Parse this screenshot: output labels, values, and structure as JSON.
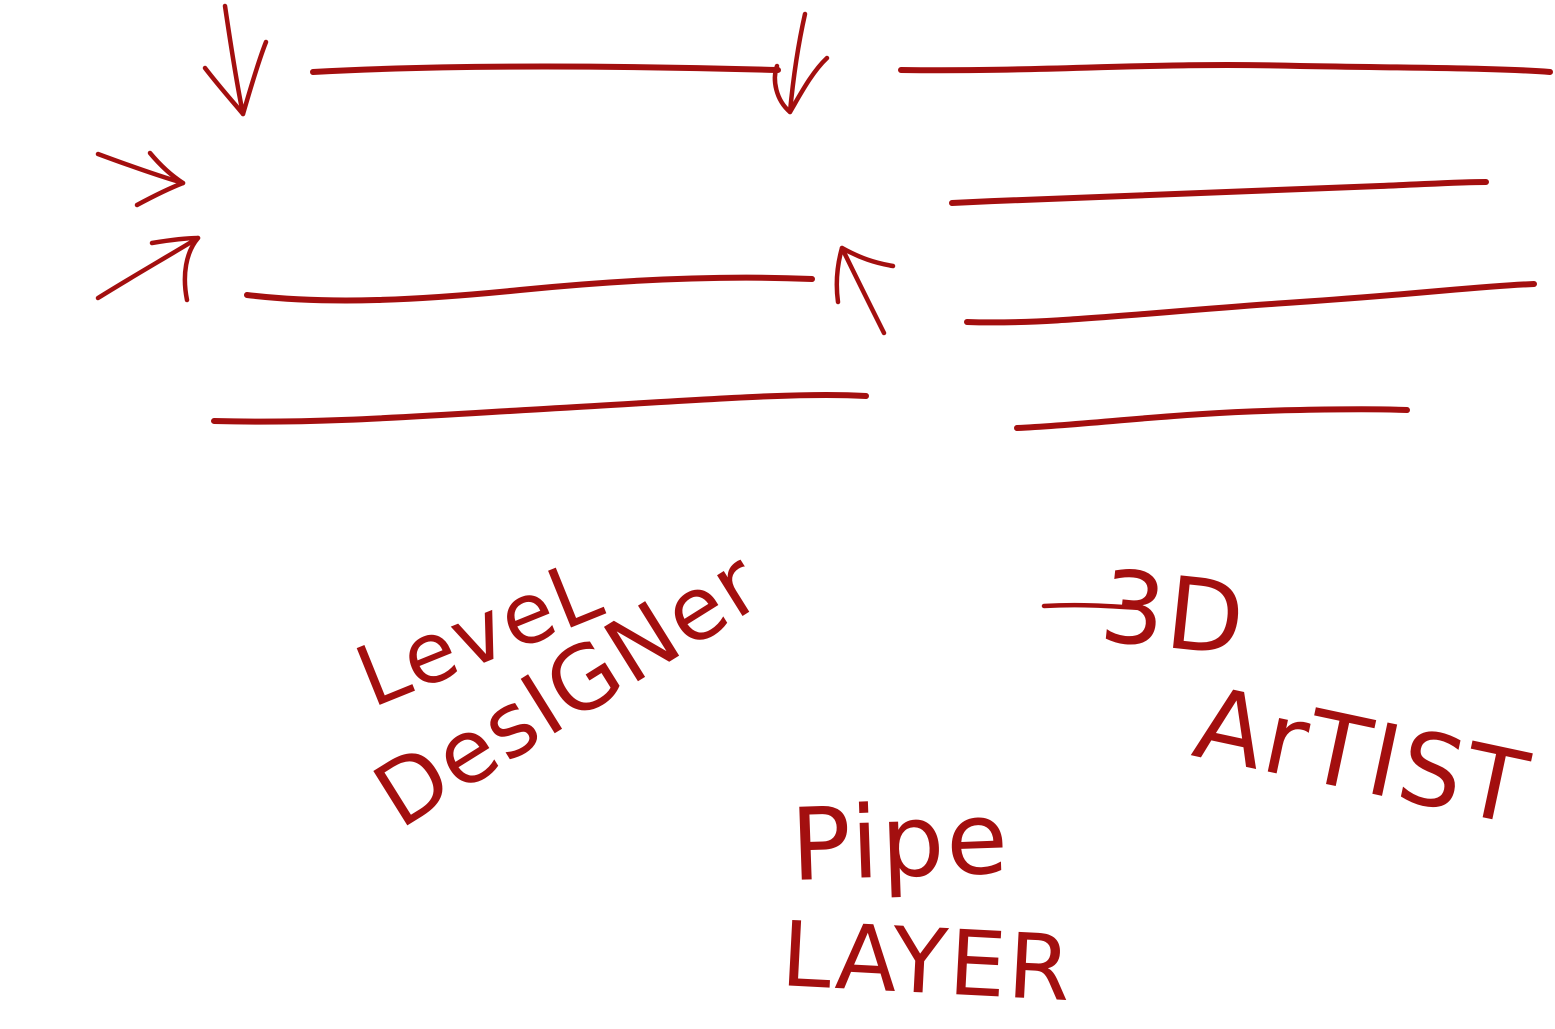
{
  "colors": {
    "ink": "#a30f0f",
    "background": "#ffffff"
  },
  "labels": {
    "level": "LeveL",
    "designer": "DesIGNer",
    "three_d": "3D",
    "artist": "ArTIST",
    "pipe": "Pipe",
    "layer": "LAYER"
  }
}
